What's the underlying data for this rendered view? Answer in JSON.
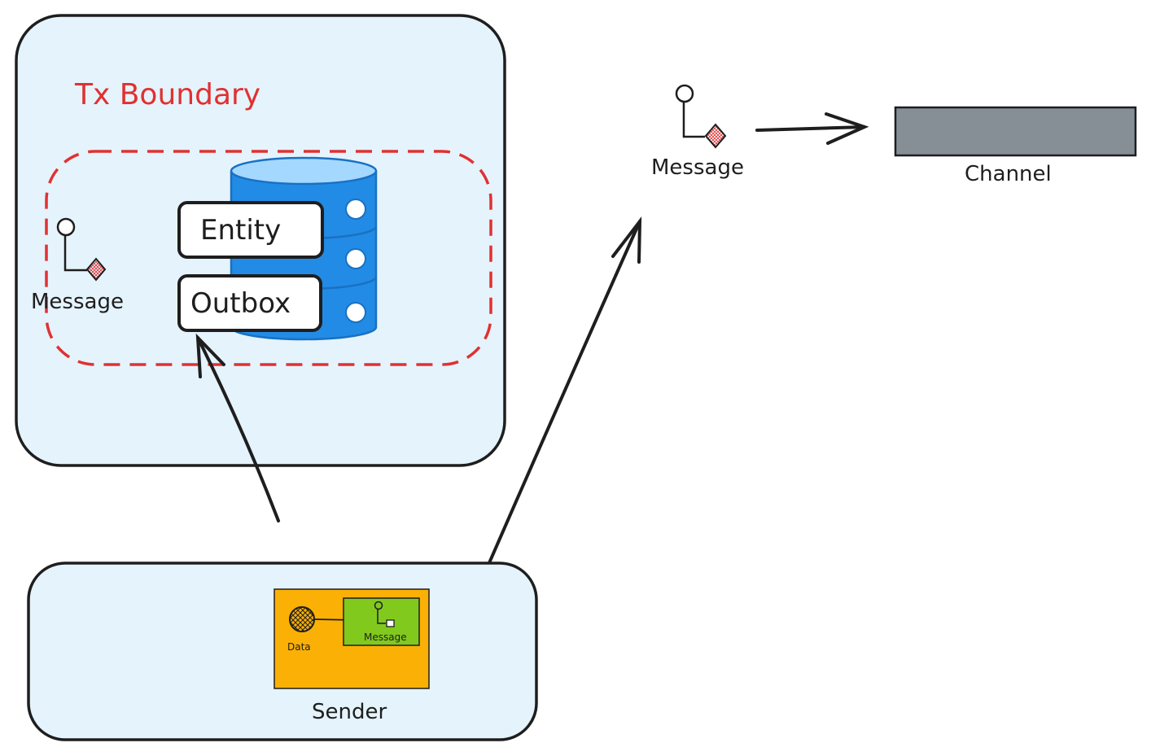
{
  "diagram": {
    "tx_boundary_label": "Tx Boundary",
    "inner_message_label": "Message",
    "entity_label": "Entity",
    "outbox_label": "Outbox",
    "outer_message_label": "Message",
    "channel_label": "Channel",
    "sender_label": "Sender",
    "data_label": "Data",
    "sender_message_label": "Message"
  },
  "colors": {
    "box_fill": "#e5f3fc",
    "stroke": "#1e1e1e",
    "boundary_red": "#e03131",
    "database_blue": "#228be6",
    "channel_gray": "#868e96",
    "sender_orange": "#fab005",
    "message_green": "#82c91e"
  },
  "icons": [
    "message-icon",
    "database-icon",
    "data-icon"
  ]
}
